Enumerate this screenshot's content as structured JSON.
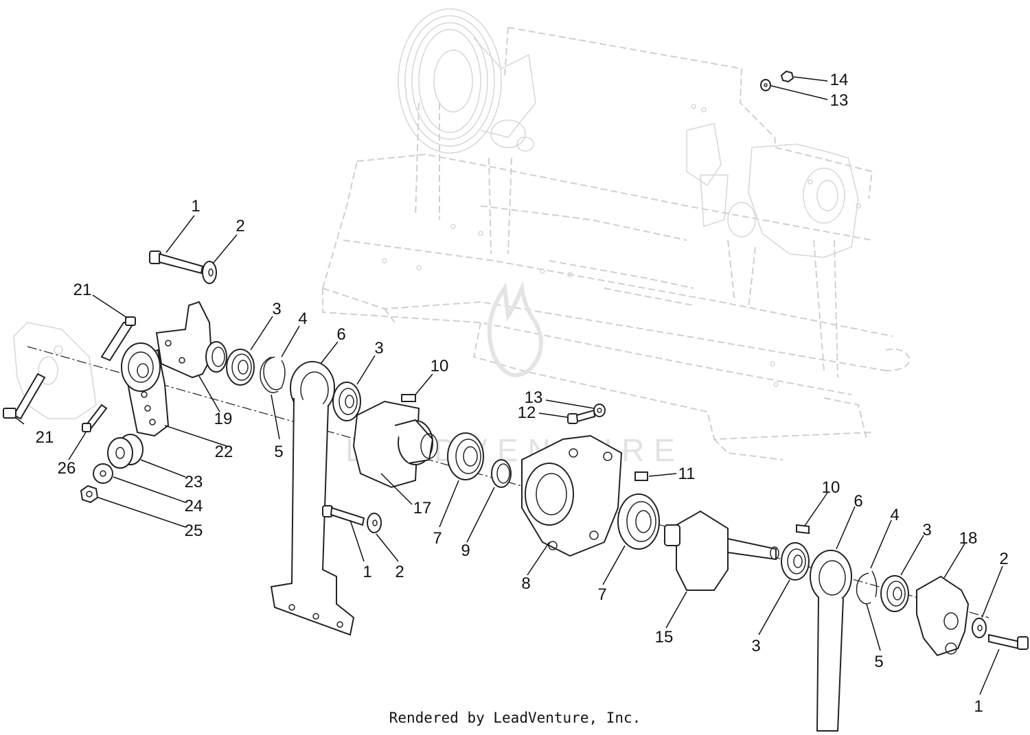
{
  "diagram": {
    "watermark": "LEADVENTURE",
    "footer": "Rendered by LeadVenture, Inc.",
    "callouts": [
      {
        "id": "c1a",
        "label": "1"
      },
      {
        "id": "c2a",
        "label": "2"
      },
      {
        "id": "c21a",
        "label": "21"
      },
      {
        "id": "c3a",
        "label": "3"
      },
      {
        "id": "c4a",
        "label": "4"
      },
      {
        "id": "c6a",
        "label": "6"
      },
      {
        "id": "c3b",
        "label": "3"
      },
      {
        "id": "c10a",
        "label": "10"
      },
      {
        "id": "c13a",
        "label": "13"
      },
      {
        "id": "c12",
        "label": "12"
      },
      {
        "id": "c21b",
        "label": "21"
      },
      {
        "id": "c19",
        "label": "19"
      },
      {
        "id": "c22",
        "label": "22"
      },
      {
        "id": "c5a",
        "label": "5"
      },
      {
        "id": "c26",
        "label": "26"
      },
      {
        "id": "c23",
        "label": "23"
      },
      {
        "id": "c24",
        "label": "24"
      },
      {
        "id": "c25",
        "label": "25"
      },
      {
        "id": "c17",
        "label": "17"
      },
      {
        "id": "c11",
        "label": "11"
      },
      {
        "id": "c7a",
        "label": "7"
      },
      {
        "id": "c9",
        "label": "9"
      },
      {
        "id": "c1b",
        "label": "1"
      },
      {
        "id": "c2b",
        "label": "2"
      },
      {
        "id": "c8",
        "label": "8"
      },
      {
        "id": "c7b",
        "label": "7"
      },
      {
        "id": "c10b",
        "label": "10"
      },
      {
        "id": "c6b",
        "label": "6"
      },
      {
        "id": "c4b",
        "label": "4"
      },
      {
        "id": "c3c",
        "label": "3"
      },
      {
        "id": "c18",
        "label": "18"
      },
      {
        "id": "c2c",
        "label": "2"
      },
      {
        "id": "c15",
        "label": "15"
      },
      {
        "id": "c3d",
        "label": "3"
      },
      {
        "id": "c5b",
        "label": "5"
      },
      {
        "id": "c1c",
        "label": "1"
      },
      {
        "id": "c14",
        "label": "14"
      },
      {
        "id": "c13b",
        "label": "13"
      }
    ]
  }
}
